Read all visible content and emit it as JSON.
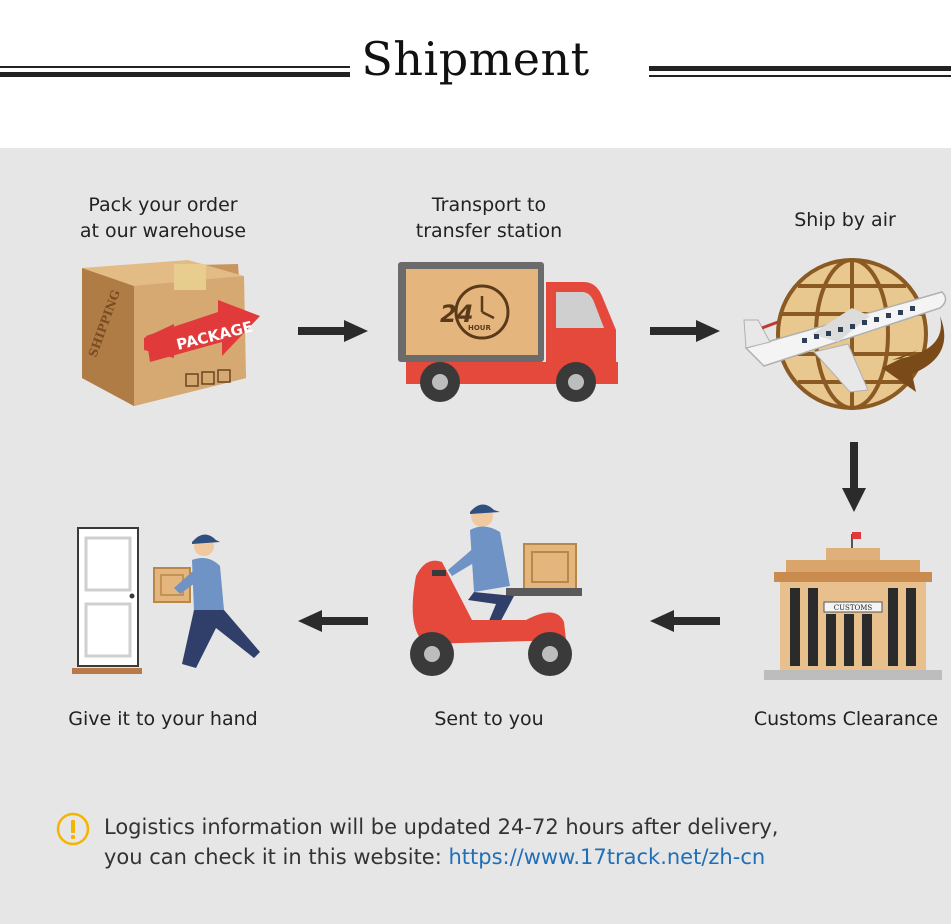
{
  "header": {
    "title": "Shipment"
  },
  "steps": [
    {
      "label": "Pack your order\nat our warehouse",
      "icon": "package-box-icon",
      "box_text": "PACKAGE",
      "side_text": "SHIPPING"
    },
    {
      "label": "Transport to\ntransfer station",
      "icon": "delivery-truck-icon",
      "badge": "24",
      "badge_sub": "HOUR"
    },
    {
      "label": "Ship by air",
      "icon": "airplane-globe-icon"
    },
    {
      "label": "Customs Clearance",
      "icon": "customs-building-icon",
      "sign": "CUSTOMS"
    },
    {
      "label": "Sent to you",
      "icon": "scooter-courier-icon"
    },
    {
      "label": "Give it to your hand",
      "icon": "door-delivery-icon"
    }
  ],
  "notice": {
    "icon": "warning-icon",
    "line1": "Logistics information will be updated 24-72 hours after delivery,",
    "line2_prefix": "you can check it in this website: ",
    "link": "https://www.17track.net/zh-cn"
  },
  "colors": {
    "background": "#e6e6e6",
    "accent_red": "#e2483a",
    "link": "#1f6fb8",
    "warning": "#f5b400",
    "arrow": "#2b2b2b"
  }
}
